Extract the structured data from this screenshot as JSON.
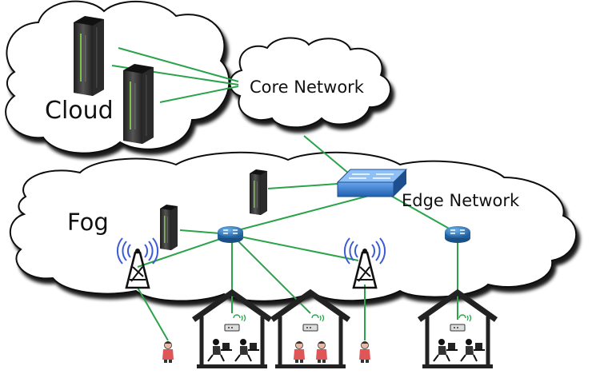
{
  "labels": {
    "cloud": "Cloud",
    "core_network": "Core Network",
    "edge_network": "Edge Network",
    "fog": "Fog"
  },
  "colors": {
    "link": "#2aa34a",
    "cloud_fill": "#ffffff",
    "cloud_stroke": "#111111",
    "server_body": "#3a3a3a",
    "server_accent": "#7fbf4a",
    "router": "#2f7fc1",
    "switch": "#3a78c9",
    "antenna": "#111111",
    "signal": "#3b5bd6",
    "person": "#e05555"
  },
  "icons": [
    "server-icon",
    "switch-icon",
    "router-icon",
    "antenna-icon",
    "house-icon",
    "person-icon",
    "wifi-router-icon"
  ]
}
